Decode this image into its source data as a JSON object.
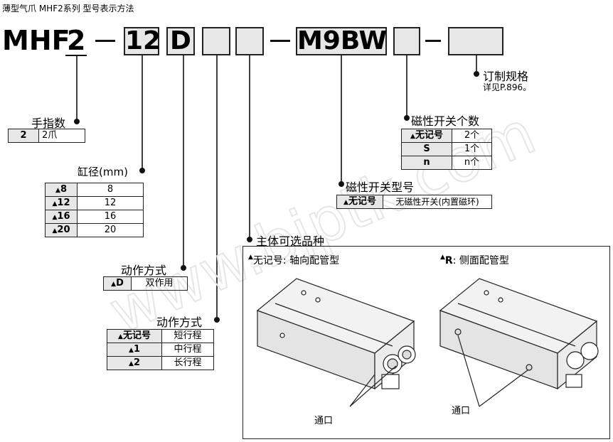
{
  "header": {
    "title": "薄型气爪 MHF2系列 型号表示方法"
  },
  "model_code": {
    "series": "MHF",
    "fingers": "2",
    "dash1": "—",
    "bore": "12",
    "action": "D",
    "blank1": "",
    "blank2": "",
    "dash2": "—",
    "switch": "M9BW",
    "blank3": "",
    "dash3": "—",
    "blank4": ""
  },
  "order_spec": {
    "label": "订制规格",
    "note": "详见P.896。"
  },
  "switch_count": {
    "label": "磁性开关个数",
    "rows": [
      {
        "key": "无记号",
        "marker": "▲",
        "value": "2个"
      },
      {
        "key": "S",
        "marker": "",
        "value": "1个"
      },
      {
        "key": "n",
        "marker": "",
        "value": "n个"
      }
    ]
  },
  "switch_model": {
    "label": "磁性开关型号",
    "rows": [
      {
        "key": "无记号",
        "marker": "▲",
        "value": "无磁性开关(内置磁环)"
      }
    ]
  },
  "fingers": {
    "label": "手指数",
    "rows": [
      {
        "key": "2",
        "marker": "",
        "value": "2爪"
      }
    ]
  },
  "bore": {
    "label": "缸径(mm)",
    "rows": [
      {
        "key": "8",
        "marker": "▲",
        "value": "8"
      },
      {
        "key": "12",
        "marker": "▲",
        "value": "12"
      },
      {
        "key": "16",
        "marker": "▲",
        "value": "16"
      },
      {
        "key": "20",
        "marker": "▲",
        "value": "20"
      }
    ]
  },
  "action": {
    "label": "动作方式",
    "rows": [
      {
        "key": "D",
        "marker": "▲",
        "value": "双作用"
      }
    ]
  },
  "stroke": {
    "label": "动作方式",
    "rows": [
      {
        "key": "无记号",
        "marker": "▲",
        "value": "短行程"
      },
      {
        "key": "1",
        "marker": "▲",
        "value": "中行程"
      },
      {
        "key": "2",
        "marker": "▲",
        "value": "长行程"
      }
    ]
  },
  "body_option": {
    "label": "主体可选品种",
    "left": {
      "marker": "▲",
      "key": "无记号",
      "desc": ": 轴向配管型",
      "port_label": "通口"
    },
    "right": {
      "marker": "▲",
      "key": "R",
      "desc": ": 侧面配管型",
      "port_label": "通口"
    }
  },
  "watermark": "www.bjptk.com"
}
